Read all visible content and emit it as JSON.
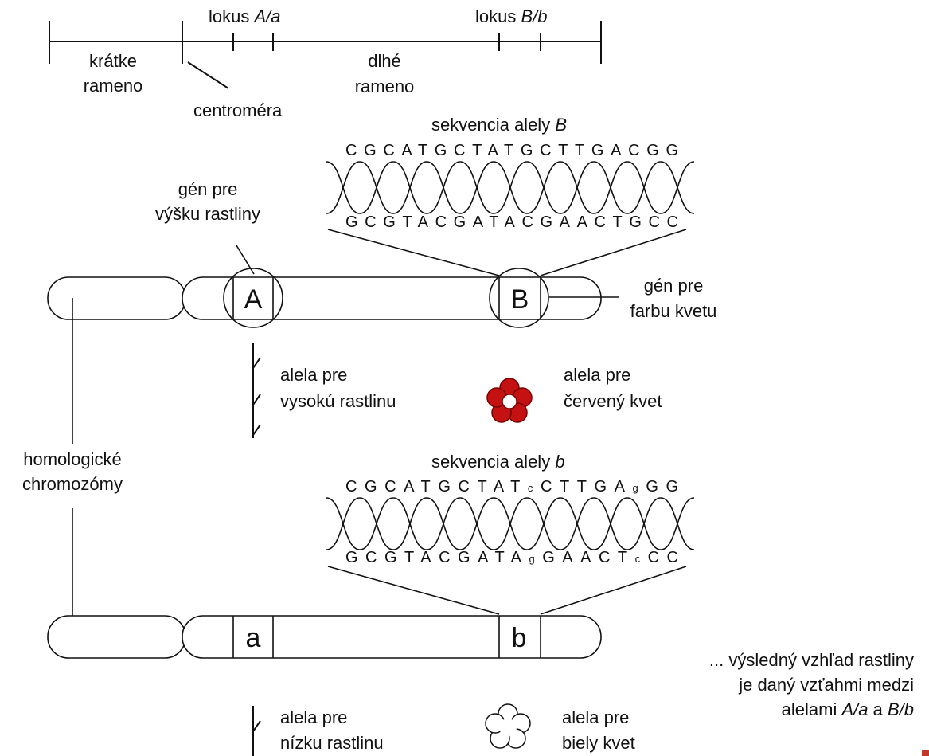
{
  "scale": {
    "locus_a_prefix": "lokus ",
    "locus_a_name": "A/a",
    "locus_b_prefix": "lokus ",
    "locus_b_name": "B/b",
    "short_arm_line1": "krátke",
    "short_arm_line2": "rameno",
    "long_arm_line1": "dlhé",
    "long_arm_line2": "rameno",
    "centromere": "centroméra"
  },
  "allele_B_sequence": {
    "title_prefix": "sekvencia alely ",
    "title_allele": "B",
    "top_strand": "CGCATGCTATGCTTGACGG",
    "bottom_strand": "GCGTACGATACGAACTGCC"
  },
  "allele_b_sequence": {
    "title_prefix": "sekvencia alely ",
    "title_allele": "b",
    "top_strand_part1": "CGCATGCTAT",
    "top_strand_mut1": "c",
    "top_strand_part2": "CTTGA",
    "top_strand_mut2": "g",
    "top_strand_part3": "GG",
    "bottom_strand_part1": "GCGTACGATA",
    "bottom_strand_mut1": "g",
    "bottom_strand_part2": "GAACT",
    "bottom_strand_mut2": "c",
    "bottom_strand_part3": "CC"
  },
  "chromosome_1": {
    "gene_label_line1": "gén pre",
    "gene_label_line2": "výšku rastliny",
    "locus_a_letter": "A",
    "locus_b_letter": "B",
    "flower_gene_line1": "gén pre",
    "flower_gene_line2": "farbu kvetu",
    "tall_allele_line1": "alela pre",
    "tall_allele_line2": "vysokú rastlinu",
    "red_allele_line1": "alela pre",
    "red_allele_line2": "červený kvet"
  },
  "homologous_label_line1": "homologické",
  "homologous_label_line2": "chromozómy",
  "chromosome_2": {
    "locus_a_letter": "a",
    "locus_b_letter": "b",
    "short_allele_line1": "alela pre",
    "short_allele_line2": "nízku rastlinu",
    "white_allele_line1": "alela pre",
    "white_allele_line2": "biely kvet"
  },
  "note": {
    "line1": "... výsledný vzhľad rastliny",
    "line2": "je daný vzťahmi medzi",
    "line3_prefix": "alelami ",
    "line3_a": "A/a",
    "line3_mid": " a ",
    "line3_b": "B/b"
  },
  "colors": {
    "red_flower": "#c41212",
    "line": "#111111"
  }
}
